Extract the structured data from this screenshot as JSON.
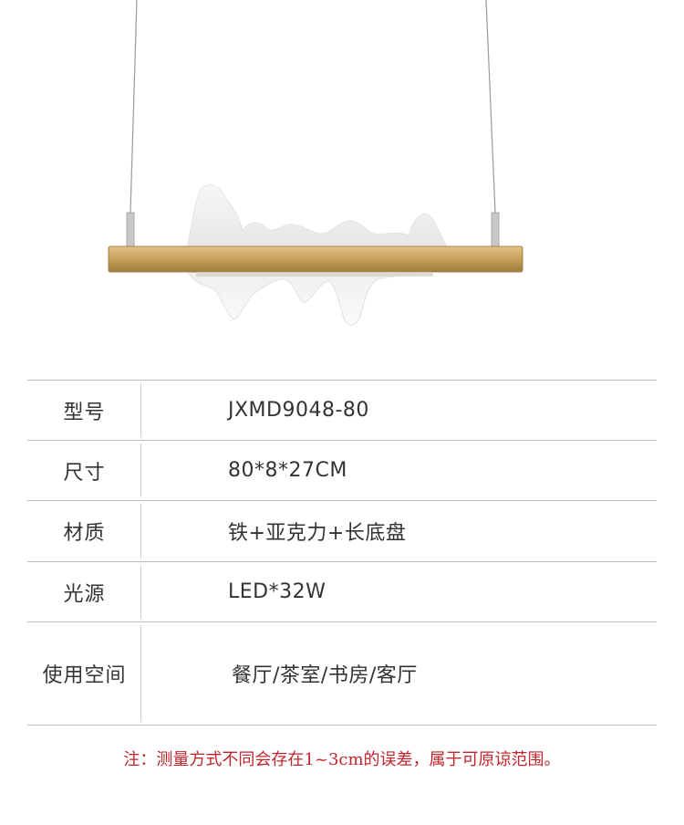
{
  "product": {
    "image_name": "pendant-lamp-photo"
  },
  "specs": [
    {
      "label": "型号",
      "value": "JXMD9048-80"
    },
    {
      "label": "尺寸",
      "value": "80*8*27CM"
    },
    {
      "label": "材质",
      "value": "铁+亚克力+长底盘"
    },
    {
      "label": "光源",
      "value": "LED*32W"
    },
    {
      "label": "使用空间",
      "value": "餐厅/茶室/书房/客厅"
    }
  ],
  "footnote": "注：测量方式不同会存在1~3cm的误差，属于可原谅范围。",
  "colors": {
    "gold_bar": "#c9a35c",
    "divider": "#bdbdbd",
    "footnote_red": "#c0262d"
  }
}
